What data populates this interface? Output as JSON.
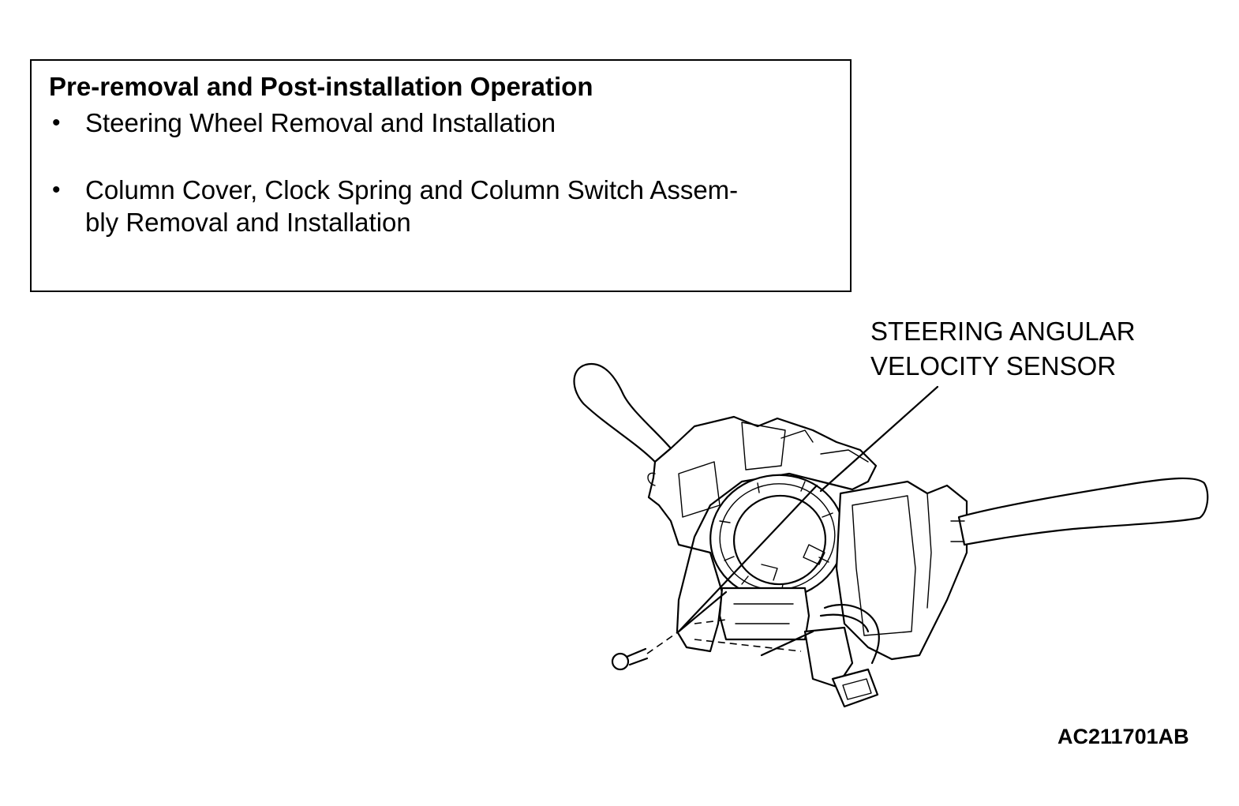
{
  "box": {
    "title": "Pre-removal and Post-installation Operation",
    "bullet_symbol": "•",
    "items": [
      {
        "lines": [
          "Steering Wheel Removal and Installation"
        ]
      },
      {
        "lines": [
          "Column Cover, Clock Spring and Column Switch Assem-",
          "bly Removal and Installation"
        ]
      }
    ]
  },
  "callout": {
    "line1": "STEERING ANGULAR",
    "line2": "VELOCITY SENSOR"
  },
  "figure_code": "AC211701AB"
}
